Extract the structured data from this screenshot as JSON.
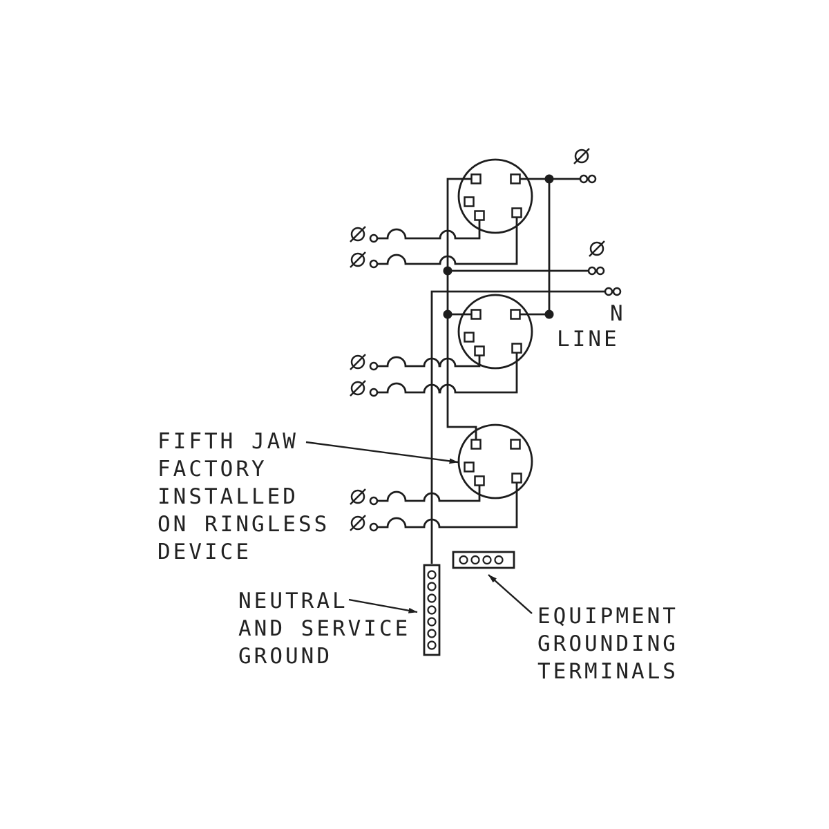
{
  "labels": {
    "fifth_jaw_note": {
      "lines": [
        "FIFTH JAW",
        "FACTORY",
        "INSTALLED",
        "ON RINGLESS",
        "DEVICE"
      ]
    },
    "neutral_note": {
      "lines": [
        "NEUTRAL",
        "AND SERVICE",
        "GROUND"
      ]
    },
    "equipment_note": {
      "lines": [
        "EQUIPMENT",
        "GROUNDING",
        "TERMINALS"
      ]
    },
    "neutral_terminal_label": "N",
    "line_terminals_label": "LINE"
  },
  "icons": {
    "phase_symbol": "Ø"
  },
  "components": {
    "meter_sockets": 3,
    "jaws_per_socket": 5,
    "load_phase_terminals": 6,
    "line_side_phase_terminals": 2,
    "neutral_line_terminals": 1,
    "neutral_bus_holes": 7,
    "equipment_ground_holes": 4
  },
  "colors": {
    "stroke": "#1d1d1d",
    "background": "#ffffff"
  }
}
